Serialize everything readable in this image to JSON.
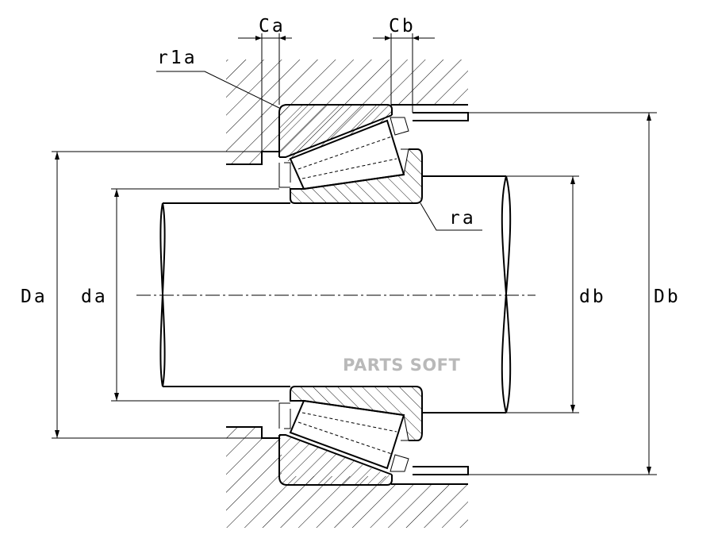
{
  "labels": {
    "Ca": "Ca",
    "Cb": "Cb",
    "r1a": "r1a",
    "ra": "ra",
    "Da": "Da",
    "da": "da",
    "db": "db",
    "Db": "Db"
  },
  "watermark": "PARTS SOFT"
}
